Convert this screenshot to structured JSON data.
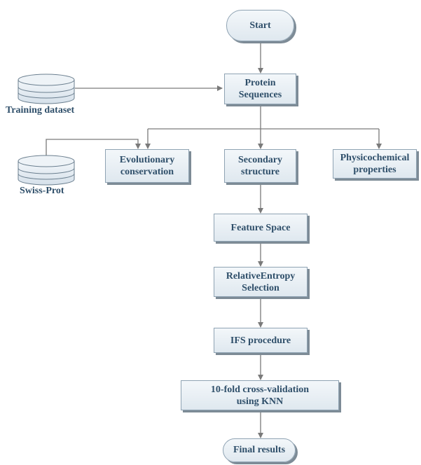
{
  "nodes": {
    "start": "Start",
    "protein_sequences": [
      "Protein",
      "Sequences"
    ],
    "training_dataset": "Training dataset",
    "swiss_prot": "Swiss-Prot",
    "evolutionary_conservation": [
      "Evolutionary",
      "conservation"
    ],
    "secondary_structure": [
      "Secondary",
      "structure"
    ],
    "physicochemical_properties": [
      "Physicochemical",
      "properties"
    ],
    "feature_space": "Feature Space",
    "relative_entropy_selection": [
      "RelativeEntropy",
      "Selection"
    ],
    "ifs_procedure": "IFS procedure",
    "cross_validation": [
      "10-fold cross-validation",
      "using KNN"
    ],
    "final_results": "Final results"
  }
}
